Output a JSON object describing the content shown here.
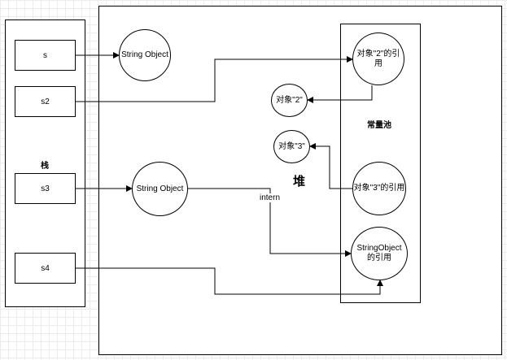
{
  "stack": {
    "label": "栈",
    "vars": [
      "s",
      "s2",
      "s3",
      "s4"
    ]
  },
  "heap": {
    "label": "堆",
    "objects": [
      "String Object",
      "String Object",
      "对象\"2\"",
      "对象\"3\""
    ]
  },
  "pool": {
    "label": "常量池",
    "refs": [
      "对象\"2\"的引用",
      "对象\"3\"的引用",
      "StringObject\n的引用"
    ]
  },
  "edge_label": "intern",
  "colors": {
    "line": "#000000",
    "grid": "#ececec",
    "fill": "#ffffff"
  }
}
